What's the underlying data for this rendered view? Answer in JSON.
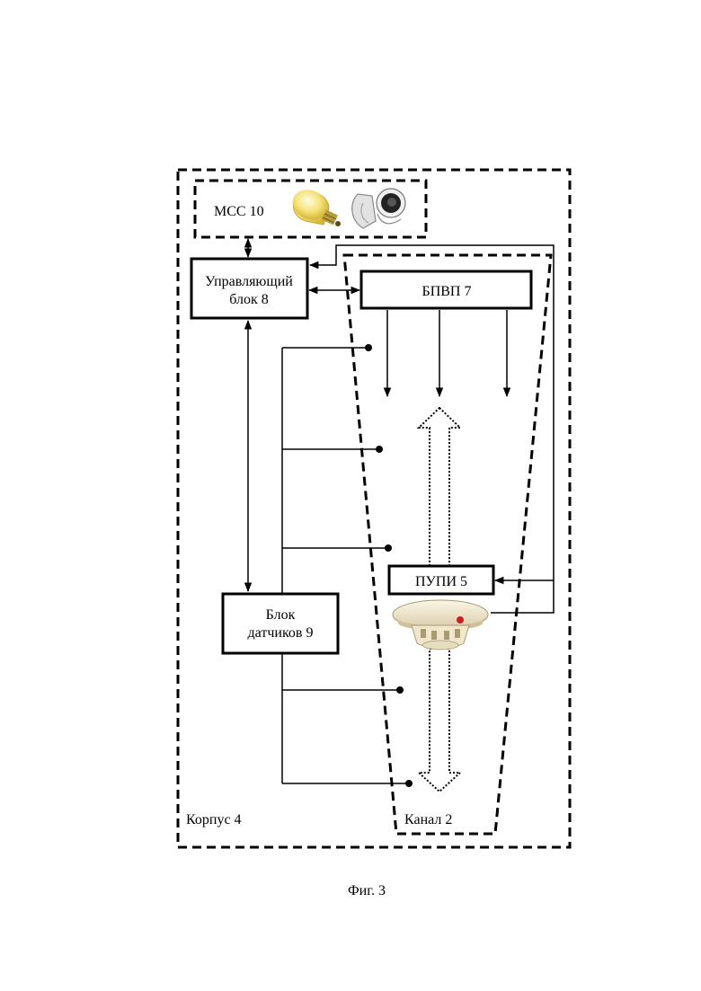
{
  "labels": {
    "mcc": "МСС 10",
    "control_line1": "Управляющий",
    "control_line2": "блок 8",
    "bpvp": "БПВП 7",
    "sensors_line1": "Блок",
    "sensors_line2": "датчиков 9",
    "pupi": "ПУПИ 5",
    "housing": "Корпус 4",
    "channel": "Канал 2",
    "figure_caption": "Фиг. 3"
  },
  "icons": [
    "light-bulb-icon",
    "speaker-icon",
    "smoke-detector-icon"
  ]
}
